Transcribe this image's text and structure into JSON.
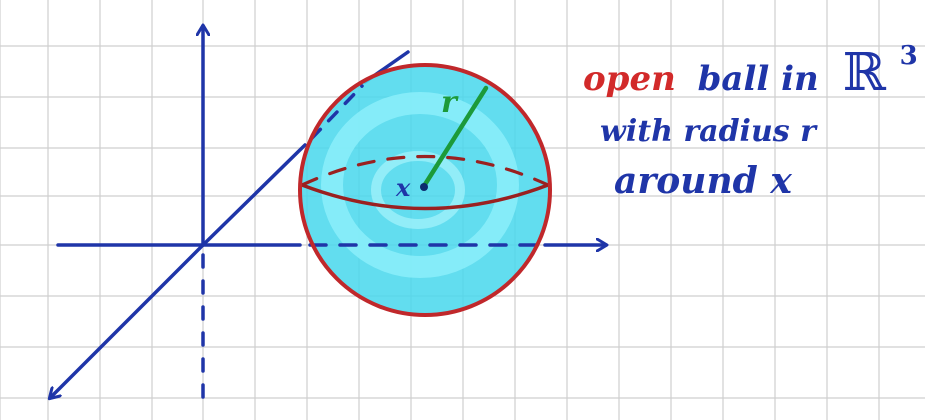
{
  "colors": {
    "background": "#ffffff",
    "grid": "#cfcfcf",
    "axis": "#1f35a8",
    "ball_outline": "#c0282b",
    "ball_fill": "#47d7ec",
    "ball_highlight": "#8ff0fb",
    "radius_line": "#1c9a3a",
    "text_blue": "#1f35a8",
    "text_red": "#d22a2a"
  },
  "labels": {
    "radius": "r",
    "center": "x",
    "caption_open": "open",
    "caption_line1_rest": "ball in",
    "caption_R": "ℝ",
    "caption_exp": "3",
    "caption_line2": "with radius r",
    "caption_line3": "around x"
  }
}
